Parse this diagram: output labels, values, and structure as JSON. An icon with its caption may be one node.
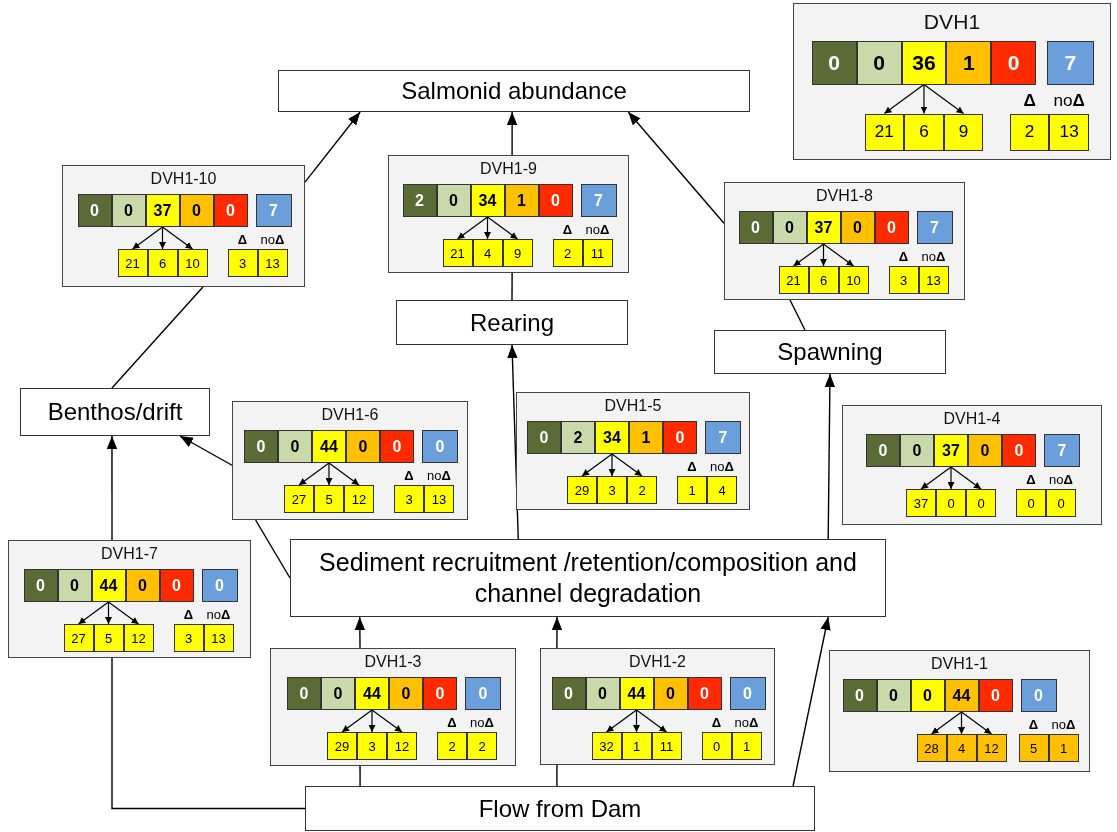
{
  "diagram": {
    "nodes": [
      {
        "text": [
          "Salmonid abundance"
        ]
      },
      {
        "text": [
          "Rearing"
        ]
      },
      {
        "text": [
          "Spawning"
        ]
      },
      {
        "text": [
          "Benthos/drift"
        ]
      },
      {
        "text": [
          "Sediment recruitment /retention/composition and channel degradation"
        ]
      },
      {
        "text": [
          "Flow from Dam"
        ]
      },
      {
        "text": [
          "DVH1"
        ]
      },
      {
        "text": [
          "0"
        ],
        "in": 6
      },
      {
        "text": [
          "0"
        ],
        "in": 6
      },
      {
        "text": [
          "36"
        ],
        "in": 6
      },
      {
        "text": [
          "1"
        ],
        "in": 6
      },
      {
        "text": [
          "0"
        ],
        "in": 6
      },
      {
        "text": [
          "7"
        ],
        "in": 6
      },
      {
        "text": [
          "21"
        ],
        "in": 6
      },
      {
        "text": [
          "6"
        ],
        "in": 6
      },
      {
        "text": [
          "9"
        ],
        "in": 6
      },
      {
        "text": [
          "2"
        ],
        "in": 6,
        "beside": [
          "**Δ**"
        ]
      },
      {
        "text": [
          "13"
        ],
        "in": 6,
        "beside": [
          "no**Δ**"
        ]
      },
      {
        "text": [
          "DVH1-10"
        ]
      },
      {
        "text": [
          "0"
        ],
        "in": 18
      },
      {
        "text": [
          "0"
        ],
        "in": 18
      },
      {
        "text": [
          "37"
        ],
        "in": 18
      },
      {
        "text": [
          "0"
        ],
        "in": 18
      },
      {
        "text": [
          "0"
        ],
        "in": 18
      },
      {
        "text": [
          "7"
        ],
        "in": 18
      },
      {
        "text": [
          "21"
        ],
        "in": 18
      },
      {
        "text": [
          "6"
        ],
        "in": 18
      },
      {
        "text": [
          "10"
        ],
        "in": 18
      },
      {
        "text": [
          "3"
        ],
        "in": 18,
        "beside": [
          "**Δ**"
        ]
      },
      {
        "text": [
          "13"
        ],
        "in": 18,
        "beside": [
          "no**Δ**"
        ]
      },
      {
        "text": [
          "DVH1-9"
        ]
      },
      {
        "text": [
          "2"
        ],
        "in": 30
      },
      {
        "text": [
          "0"
        ],
        "in": 30
      },
      {
        "text": [
          "34"
        ],
        "in": 30
      },
      {
        "text": [
          "1"
        ],
        "in": 30
      },
      {
        "text": [
          "0"
        ],
        "in": 30
      },
      {
        "text": [
          "7"
        ],
        "in": 30
      },
      {
        "text": [
          "21"
        ],
        "in": 30
      },
      {
        "text": [
          "4"
        ],
        "in": 30
      },
      {
        "text": [
          "9"
        ],
        "in": 30
      },
      {
        "text": [
          "2"
        ],
        "in": 30,
        "beside": [
          "**Δ**"
        ]
      },
      {
        "text": [
          "11"
        ],
        "in": 30,
        "beside": [
          "no**Δ**"
        ]
      },
      {
        "text": [
          "DVH1-8"
        ]
      },
      {
        "text": [
          "0"
        ],
        "in": 42
      },
      {
        "text": [
          "0"
        ],
        "in": 42
      },
      {
        "text": [
          "37"
        ],
        "in": 42
      },
      {
        "text": [
          "0"
        ],
        "in": 42
      },
      {
        "text": [
          "0"
        ],
        "in": 42
      },
      {
        "text": [
          "7"
        ],
        "in": 42
      },
      {
        "text": [
          "21"
        ],
        "in": 42
      },
      {
        "text": [
          "6"
        ],
        "in": 42
      },
      {
        "text": [
          "10"
        ],
        "in": 42
      },
      {
        "text": [
          "3"
        ],
        "in": 42,
        "beside": [
          "**Δ**"
        ]
      },
      {
        "text": [
          "13"
        ],
        "in": 42,
        "beside": [
          "no**Δ**"
        ]
      },
      {
        "text": [
          "DVH1-6"
        ]
      },
      {
        "text": [
          "0"
        ],
        "in": 54
      },
      {
        "text": [
          "0"
        ],
        "in": 54
      },
      {
        "text": [
          "44"
        ],
        "in": 54
      },
      {
        "text": [
          "0"
        ],
        "in": 54
      },
      {
        "text": [
          "0"
        ],
        "in": 54
      },
      {
        "text": [
          "0"
        ],
        "in": 54
      },
      {
        "text": [
          "27"
        ],
        "in": 54
      },
      {
        "text": [
          "5"
        ],
        "in": 54
      },
      {
        "text": [
          "12"
        ],
        "in": 54
      },
      {
        "text": [
          "3"
        ],
        "in": 54,
        "beside": [
          "**Δ**"
        ]
      },
      {
        "text": [
          "13"
        ],
        "in": 54,
        "beside": [
          "no**Δ**"
        ]
      },
      {
        "text": [
          "DVH1-5"
        ]
      },
      {
        "text": [
          "0"
        ],
        "in": 66
      },
      {
        "text": [
          "2"
        ],
        "in": 66
      },
      {
        "text": [
          "34"
        ],
        "in": 66
      },
      {
        "text": [
          "1"
        ],
        "in": 66
      },
      {
        "text": [
          "0"
        ],
        "in": 66
      },
      {
        "text": [
          "7"
        ],
        "in": 66
      },
      {
        "text": [
          "29"
        ],
        "in": 66
      },
      {
        "text": [
          "3"
        ],
        "in": 66
      },
      {
        "text": [
          "2"
        ],
        "in": 66
      },
      {
        "text": [
          "1"
        ],
        "in": 66,
        "beside": [
          "**Δ**"
        ]
      },
      {
        "text": [
          "4"
        ],
        "in": 66,
        "beside": [
          "no**Δ**"
        ]
      },
      {
        "text": [
          "DVH1-4"
        ]
      },
      {
        "text": [
          "0"
        ],
        "in": 78
      },
      {
        "text": [
          "0"
        ],
        "in": 78
      },
      {
        "text": [
          "37"
        ],
        "in": 78
      },
      {
        "text": [
          "0"
        ],
        "in": 78
      },
      {
        "text": [
          "0"
        ],
        "in": 78
      },
      {
        "text": [
          "7"
        ],
        "in": 78
      },
      {
        "text": [
          "37"
        ],
        "in": 78
      },
      {
        "text": [
          "0"
        ],
        "in": 78
      },
      {
        "text": [
          "0"
        ],
        "in": 78
      },
      {
        "text": [
          "0"
        ],
        "in": 78,
        "beside": [
          "**Δ**"
        ]
      },
      {
        "text": [
          "0"
        ],
        "in": 78,
        "beside": [
          "no**Δ**"
        ]
      },
      {
        "text": [
          "DVH1-7"
        ]
      },
      {
        "text": [
          "0"
        ],
        "in": 90
      },
      {
        "text": [
          "0"
        ],
        "in": 90
      },
      {
        "text": [
          "44"
        ],
        "in": 90
      },
      {
        "text": [
          "0"
        ],
        "in": 90
      },
      {
        "text": [
          "0"
        ],
        "in": 90
      },
      {
        "text": [
          "0"
        ],
        "in": 90
      },
      {
        "text": [
          "27"
        ],
        "in": 90
      },
      {
        "text": [
          "5"
        ],
        "in": 90
      },
      {
        "text": [
          "12"
        ],
        "in": 90
      },
      {
        "text": [
          "3"
        ],
        "in": 90,
        "beside": [
          "**Δ**"
        ]
      },
      {
        "text": [
          "13"
        ],
        "in": 90,
        "beside": [
          "no**Δ**"
        ]
      },
      {
        "text": [
          "DVH1-3"
        ]
      },
      {
        "text": [
          "0"
        ],
        "in": 102
      },
      {
        "text": [
          "0"
        ],
        "in": 102
      },
      {
        "text": [
          "44"
        ],
        "in": 102
      },
      {
        "text": [
          "0"
        ],
        "in": 102
      },
      {
        "text": [
          "0"
        ],
        "in": 102
      },
      {
        "text": [
          "0"
        ],
        "in": 102
      },
      {
        "text": [
          "29"
        ],
        "in": 102
      },
      {
        "text": [
          "3"
        ],
        "in": 102
      },
      {
        "text": [
          "12"
        ],
        "in": 102
      },
      {
        "text": [
          "2"
        ],
        "in": 102,
        "beside": [
          "**Δ**"
        ]
      },
      {
        "text": [
          "2"
        ],
        "in": 102,
        "beside": [
          "no**Δ**"
        ]
      },
      {
        "text": [
          "DVH1-2"
        ]
      },
      {
        "text": [
          "0"
        ],
        "in": 114
      },
      {
        "text": [
          "0"
        ],
        "in": 114
      },
      {
        "text": [
          "44"
        ],
        "in": 114
      },
      {
        "text": [
          "0"
        ],
        "in": 114
      },
      {
        "text": [
          "0"
        ],
        "in": 114
      },
      {
        "text": [
          "0"
        ],
        "in": 114
      },
      {
        "text": [
          "32"
        ],
        "in": 114
      },
      {
        "text": [
          "1"
        ],
        "in": 114
      },
      {
        "text": [
          "11"
        ],
        "in": 114
      },
      {
        "text": [
          "0"
        ],
        "in": 114,
        "beside": [
          "**Δ**"
        ]
      },
      {
        "text": [
          "1"
        ],
        "in": 114,
        "beside": [
          "no**Δ**"
        ]
      },
      {
        "text": [
          "DVH1-1"
        ]
      },
      {
        "text": [
          "0"
        ],
        "in": 126
      },
      {
        "text": [
          "0"
        ],
        "in": 126
      },
      {
        "text": [
          "0"
        ],
        "in": 126
      },
      {
        "text": [
          "44"
        ],
        "in": 126
      },
      {
        "text": [
          "0"
        ],
        "in": 126
      },
      {
        "text": [
          "0"
        ],
        "in": 126
      },
      {
        "text": [
          "28"
        ],
        "in": 126
      },
      {
        "text": [
          "4"
        ],
        "in": 126
      },
      {
        "text": [
          "12"
        ],
        "in": 126
      },
      {
        "text": [
          "5"
        ],
        "in": 126,
        "beside": [
          "**Δ**"
        ]
      },
      {
        "text": [
          "1"
        ],
        "in": 126,
        "beside": [
          "no**Δ**"
        ]
      }
    ],
    "edges": [
      {
        "from": 3,
        "to": 18,
        "arrow": "none"
      },
      {
        "from": 18,
        "to": 0,
        "arrow": "to"
      },
      {
        "from": 1,
        "to": 30,
        "arrow": "none"
      },
      {
        "from": 30,
        "to": 0,
        "arrow": "to"
      },
      {
        "from": 2,
        "to": 42,
        "arrow": "none"
      },
      {
        "from": 42,
        "to": 0,
        "arrow": "to"
      },
      {
        "from": 4,
        "to": 54,
        "arrow": "none"
      },
      {
        "from": 54,
        "to": 3,
        "arrow": "to"
      },
      {
        "from": 4,
        "to": 1,
        "arrow": "to"
      },
      {
        "from": 4,
        "to": 2,
        "arrow": "to"
      },
      {
        "from": 5,
        "to": 90,
        "arrow": "none"
      },
      {
        "from": 90,
        "to": 3,
        "arrow": "to"
      },
      {
        "from": 5,
        "to": 102,
        "arrow": "none"
      },
      {
        "from": 102,
        "to": 4,
        "arrow": "to"
      },
      {
        "from": 5,
        "to": 114,
        "arrow": "none"
      },
      {
        "from": 114,
        "to": 4,
        "arrow": "to"
      },
      {
        "from": 5,
        "to": 4,
        "arrow": "to"
      },
      {
        "from": 9,
        "to": 13,
        "arrow": "to"
      },
      {
        "from": 9,
        "to": 14,
        "arrow": "to"
      },
      {
        "from": 9,
        "to": 15,
        "arrow": "to"
      },
      {
        "from": 21,
        "to": 25,
        "arrow": "to"
      },
      {
        "from": 21,
        "to": 26,
        "arrow": "to"
      },
      {
        "from": 21,
        "to": 27,
        "arrow": "to"
      },
      {
        "from": 33,
        "to": 37,
        "arrow": "to"
      },
      {
        "from": 33,
        "to": 38,
        "arrow": "to"
      },
      {
        "from": 33,
        "to": 39,
        "arrow": "to"
      },
      {
        "from": 45,
        "to": 49,
        "arrow": "to"
      },
      {
        "from": 45,
        "to": 50,
        "arrow": "to"
      },
      {
        "from": 45,
        "to": 51,
        "arrow": "to"
      },
      {
        "from": 57,
        "to": 61,
        "arrow": "to"
      },
      {
        "from": 57,
        "to": 62,
        "arrow": "to"
      },
      {
        "from": 57,
        "to": 63,
        "arrow": "to"
      },
      {
        "from": 69,
        "to": 73,
        "arrow": "to"
      },
      {
        "from": 69,
        "to": 74,
        "arrow": "to"
      },
      {
        "from": 69,
        "to": 75,
        "arrow": "to"
      },
      {
        "from": 81,
        "to": 85,
        "arrow": "to"
      },
      {
        "from": 81,
        "to": 86,
        "arrow": "to"
      },
      {
        "from": 81,
        "to": 87,
        "arrow": "to"
      },
      {
        "from": 93,
        "to": 97,
        "arrow": "to"
      },
      {
        "from": 93,
        "to": 98,
        "arrow": "to"
      },
      {
        "from": 93,
        "to": 99,
        "arrow": "to"
      },
      {
        "from": 105,
        "to": 109,
        "arrow": "to"
      },
      {
        "from": 105,
        "to": 110,
        "arrow": "to"
      },
      {
        "from": 105,
        "to": 111,
        "arrow": "to"
      },
      {
        "from": 117,
        "to": 121,
        "arrow": "to"
      },
      {
        "from": 117,
        "to": 122,
        "arrow": "to"
      },
      {
        "from": 117,
        "to": 123,
        "arrow": "to"
      },
      {
        "from": 130,
        "to": 133,
        "arrow": "to"
      },
      {
        "from": 130,
        "to": 134,
        "arrow": "to"
      },
      {
        "from": 130,
        "to": 135,
        "arrow": "to"
      }
    ]
  }
}
